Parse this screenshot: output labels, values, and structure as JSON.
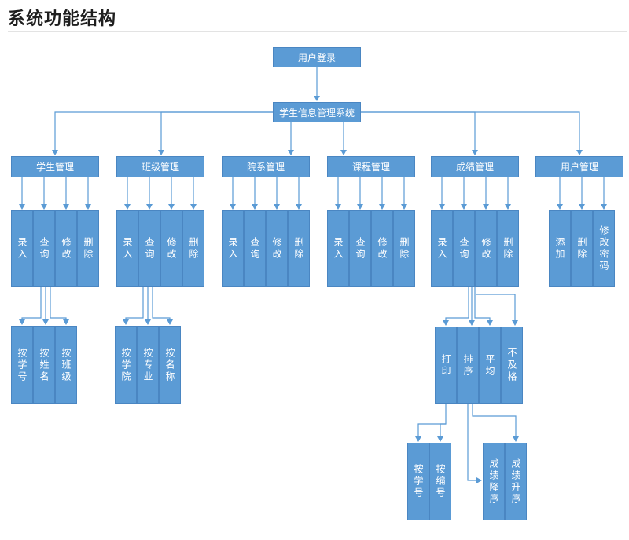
{
  "page": {
    "title": "系统功能结构"
  },
  "diagram": {
    "root": "用户登录",
    "system": "学生信息管理系统",
    "modules": [
      {
        "label": "学生管理",
        "functions": [
          "录入",
          "查询",
          "修改",
          "删除"
        ]
      },
      {
        "label": "班级管理",
        "functions": [
          "录入",
          "查询",
          "修改",
          "删除"
        ]
      },
      {
        "label": "院系管理",
        "functions": [
          "录入",
          "查询",
          "修改",
          "删除"
        ]
      },
      {
        "label": "课程管理",
        "functions": [
          "录入",
          "查询",
          "修改",
          "删除"
        ]
      },
      {
        "label": "成绩管理",
        "functions": [
          "录入",
          "查询",
          "修改",
          "删除"
        ]
      },
      {
        "label": "用户管理",
        "functions": [
          "添加",
          "删除",
          "修改密码"
        ]
      }
    ],
    "student_query_options": [
      "按学号",
      "按姓名",
      "按班级"
    ],
    "class_query_options": [
      "按学院",
      "按专业",
      "按名称"
    ],
    "score_query_options": [
      "打印",
      "排序",
      "平均",
      "不及格"
    ],
    "print_options": [
      "按学号",
      "按编号"
    ],
    "sort_options": [
      "成绩降序",
      "成绩升序"
    ]
  }
}
